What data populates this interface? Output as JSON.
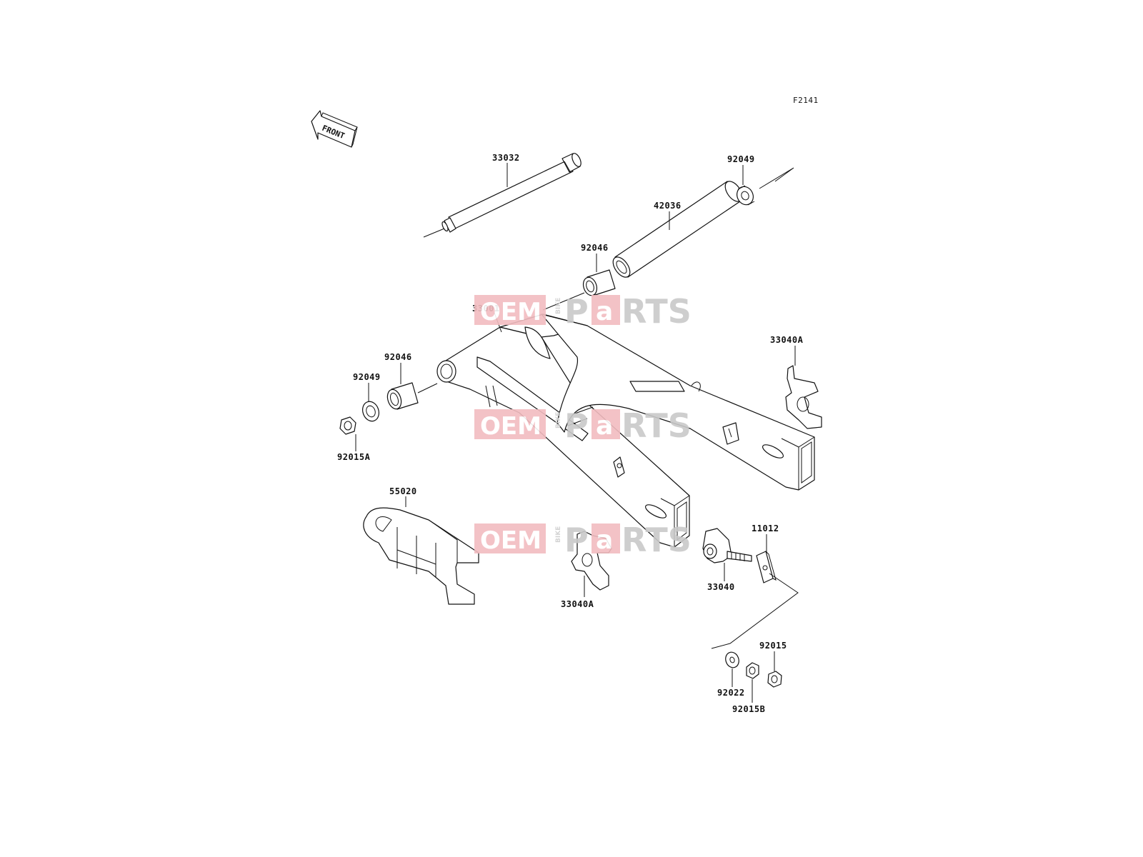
{
  "diagram_code": "F2141",
  "front_label": "FRONT",
  "watermark": {
    "left": "OEM",
    "vertical": "BIKE",
    "p": "P",
    "a": "a",
    "rest": "RTS"
  },
  "callouts": [
    {
      "id": "c33032",
      "text": "33032"
    },
    {
      "id": "c92049a",
      "text": "92049"
    },
    {
      "id": "c42036",
      "text": "42036"
    },
    {
      "id": "c92046a",
      "text": "92046"
    },
    {
      "id": "c33001",
      "text": "33001"
    },
    {
      "id": "c33040a1",
      "text": "33040A"
    },
    {
      "id": "c92046b",
      "text": "92046"
    },
    {
      "id": "c92049b",
      "text": "92049"
    },
    {
      "id": "c92015a",
      "text": "92015A"
    },
    {
      "id": "c55020",
      "text": "55020"
    },
    {
      "id": "c11012",
      "text": "11012"
    },
    {
      "id": "c33040",
      "text": "33040"
    },
    {
      "id": "c33040a2",
      "text": "33040A"
    },
    {
      "id": "c92015",
      "text": "92015"
    },
    {
      "id": "c92022",
      "text": "92022"
    },
    {
      "id": "c92015b",
      "text": "92015B"
    }
  ]
}
